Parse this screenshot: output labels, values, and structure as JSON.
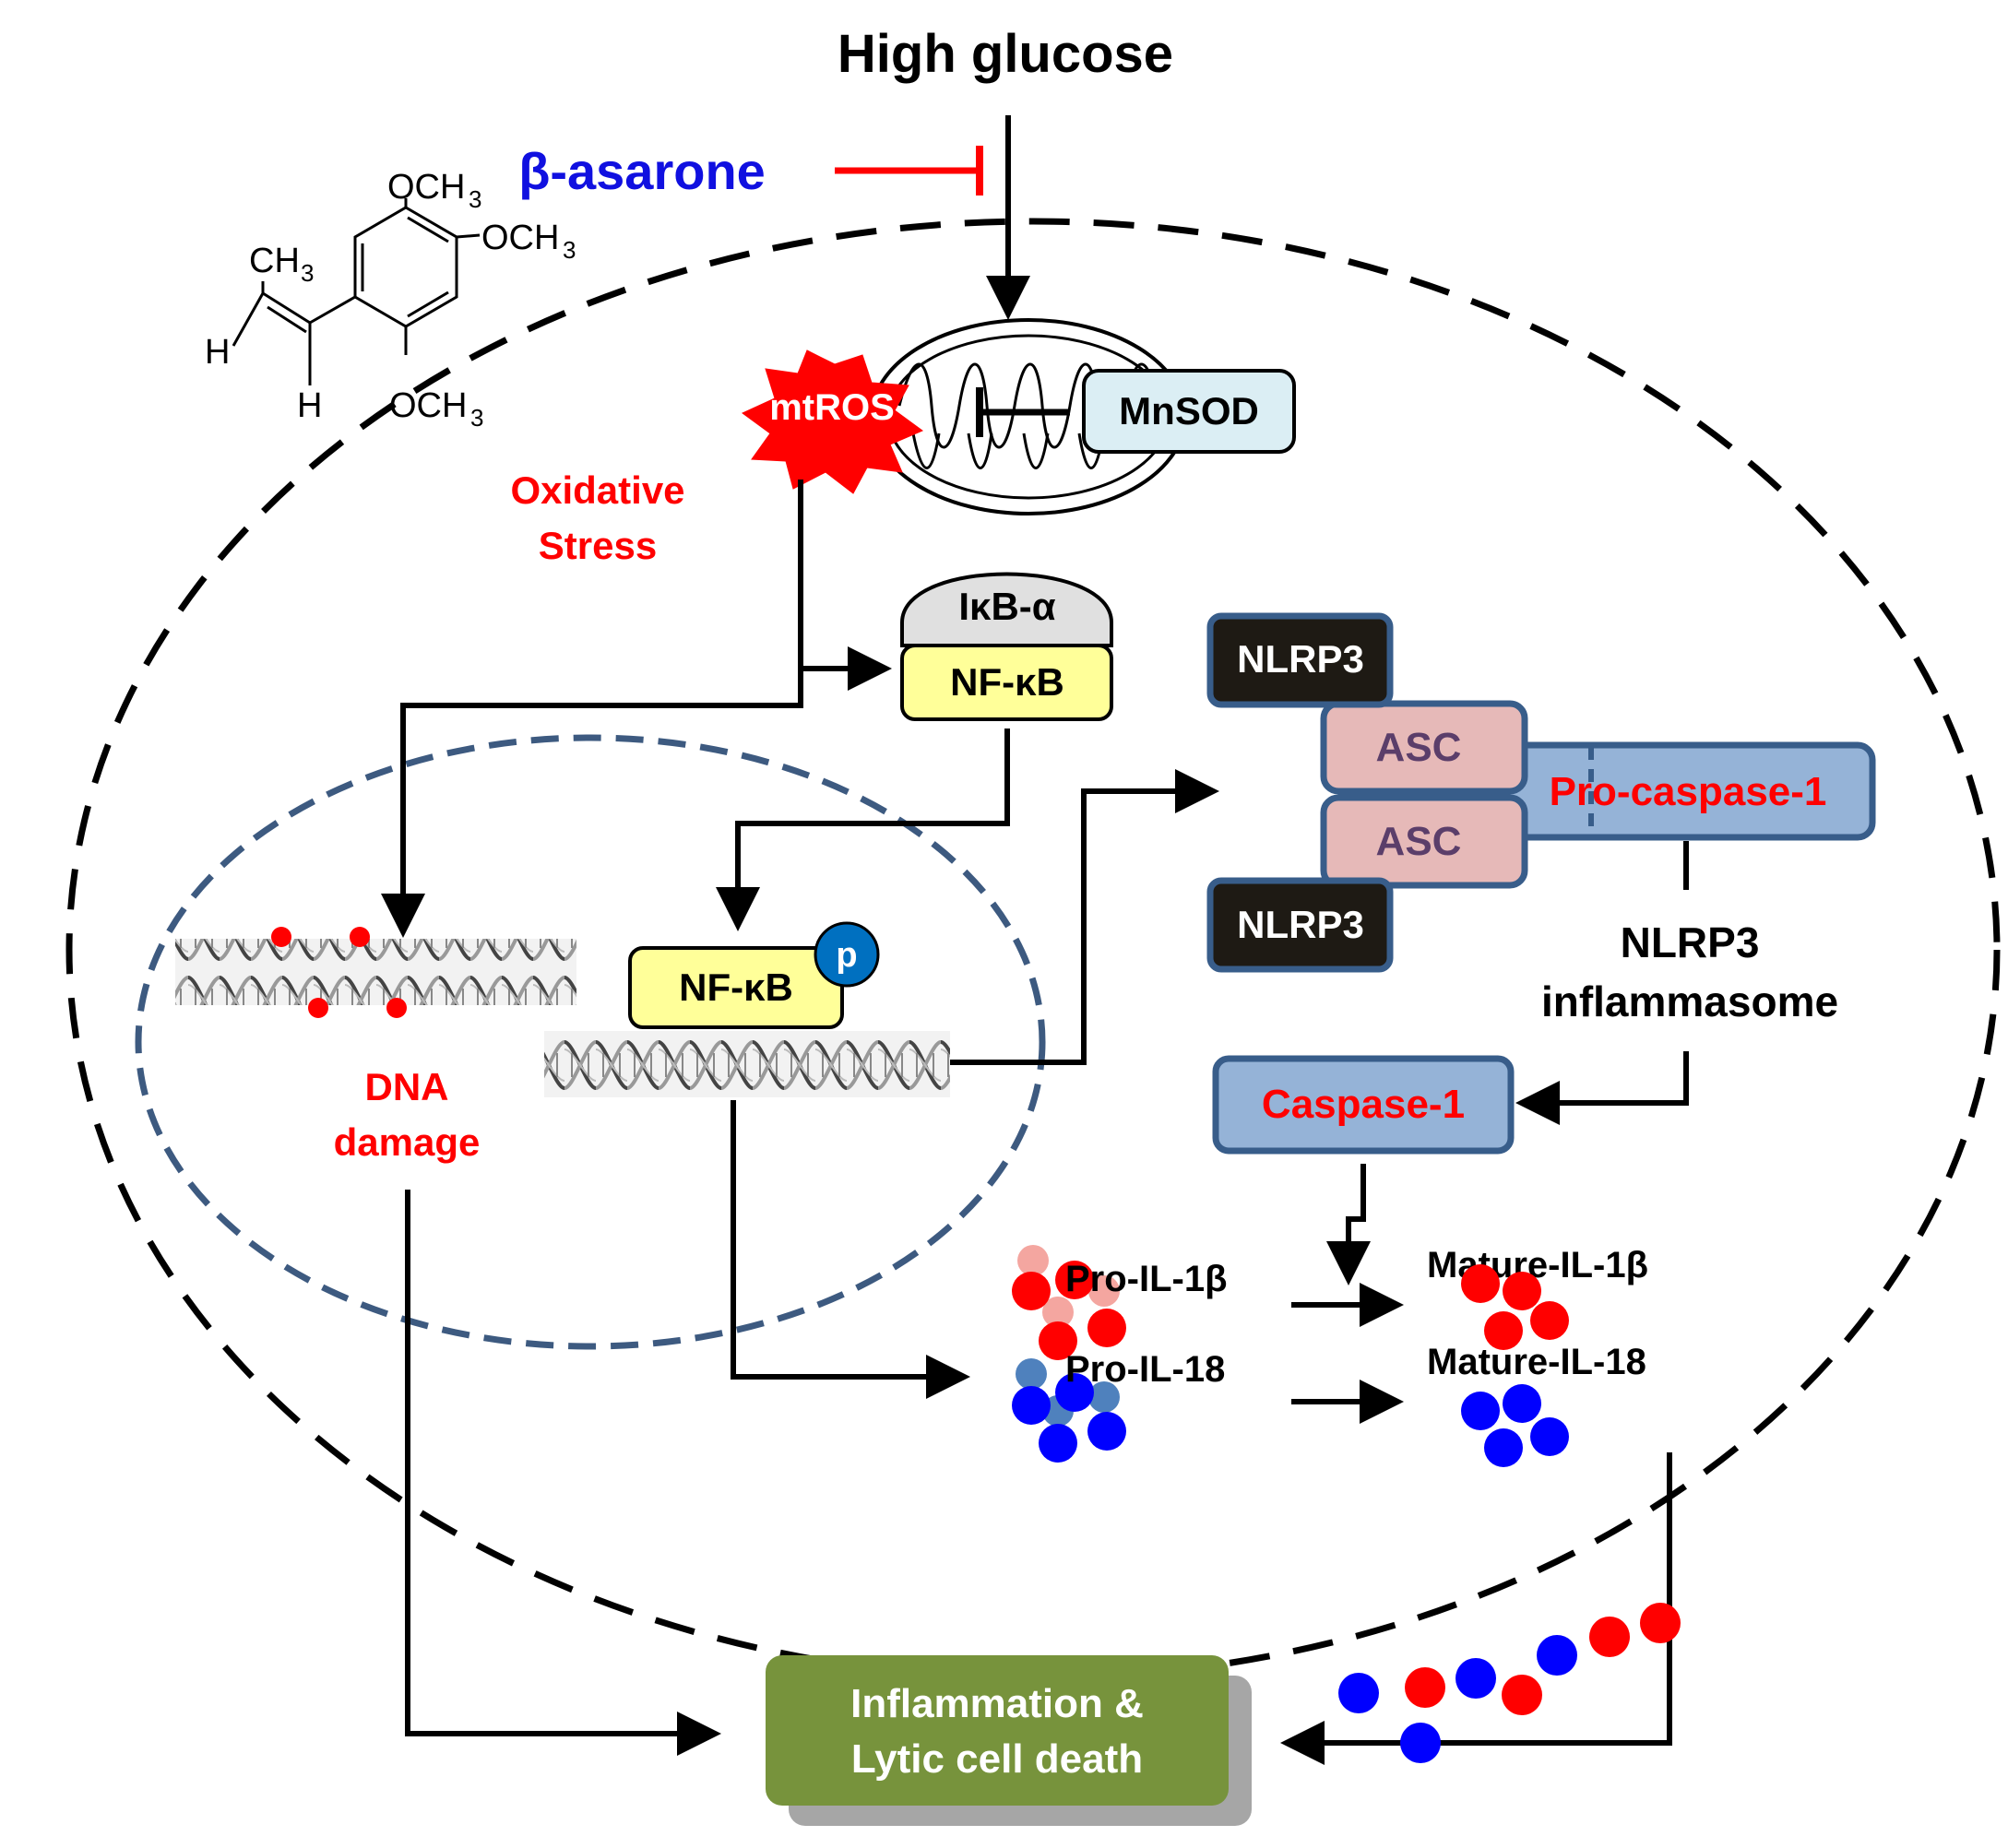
{
  "title": "High glucose",
  "drug": {
    "name": "β-asarone",
    "structure_labels": {
      "ch3": "CH",
      "ch3_sub": "3",
      "och3_top": "OCH",
      "och3_top_sub": "3",
      "och3_right": "OCH",
      "och3_right_sub": "3",
      "och3_bottom": "OCH",
      "och3_bottom_sub": "3",
      "h_left": "H",
      "h_bottom": "H"
    }
  },
  "mitochondrion": {
    "mtros": "mtROS",
    "mnsod": "MnSOD",
    "oxidative_line1": "Oxidative",
    "oxidative_line2": "Stress"
  },
  "nfkb_complex": {
    "ikb": "IκB-α",
    "nfkb": "NF-κB"
  },
  "nucleus": {
    "nfkb_phos": "NF-κB",
    "phospho": "p",
    "dna_damage_line1": "DNA",
    "dna_damage_line2": "damage"
  },
  "inflammasome": {
    "nlrp3_top": "NLRP3",
    "asc_top": "ASC",
    "pro_caspase": "Pro-caspase-1",
    "asc_bottom": "ASC",
    "nlrp3_bottom": "NLRP3",
    "label_line1": "NLRP3",
    "label_line2": "inflammasome",
    "caspase1": "Caspase-1"
  },
  "cytokines": {
    "pro_il1b": "Pro-IL-1β",
    "pro_il18": "Pro-IL-18",
    "mature_il1b": "Mature-IL-1β",
    "mature_il18": "Mature-IL-18"
  },
  "outcome": {
    "line1": "Inflammation &",
    "line2": "Lytic cell death"
  },
  "colors": {
    "red": "#ff0000",
    "blue": "#0000ff",
    "drug_blue": "#1010e0",
    "nucleus_border": "#3d5a80",
    "complex_fill": "#95b3d7",
    "complex_border": "#385d8a",
    "asc_fill": "#e6b9b8",
    "asc_text": "#5b3e6a",
    "nlrp3_fill": "#1e1a14",
    "nfkb_fill": "#ffff99",
    "ikb_fill": "#e0e0e0",
    "mnsod_fill": "#dbeef4",
    "outcome_fill": "#77933c",
    "pink": "#f4a6a0",
    "light_blue": "#4f81bd"
  }
}
